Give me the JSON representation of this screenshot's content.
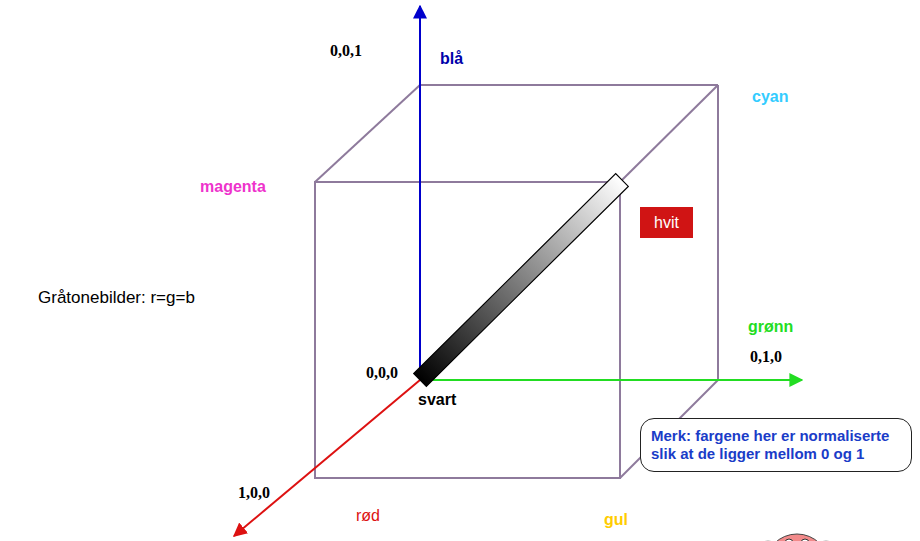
{
  "diagram": {
    "nodes": [
      {
        "text": [
          "hvit"
        ]
      },
      {
        "text": [
          "Merk: fargene her er normaliserte slik at de ligger mellom 0 og 1"
        ]
      }
    ],
    "labels": [
      "0,0,1",
      "blå",
      "cyan",
      "magenta",
      "Gråtonebilder: r=g=b",
      "grønn",
      "0,1,0",
      "0,0,0",
      "svart",
      "1,0,0",
      "rød",
      "gul"
    ]
  }
}
